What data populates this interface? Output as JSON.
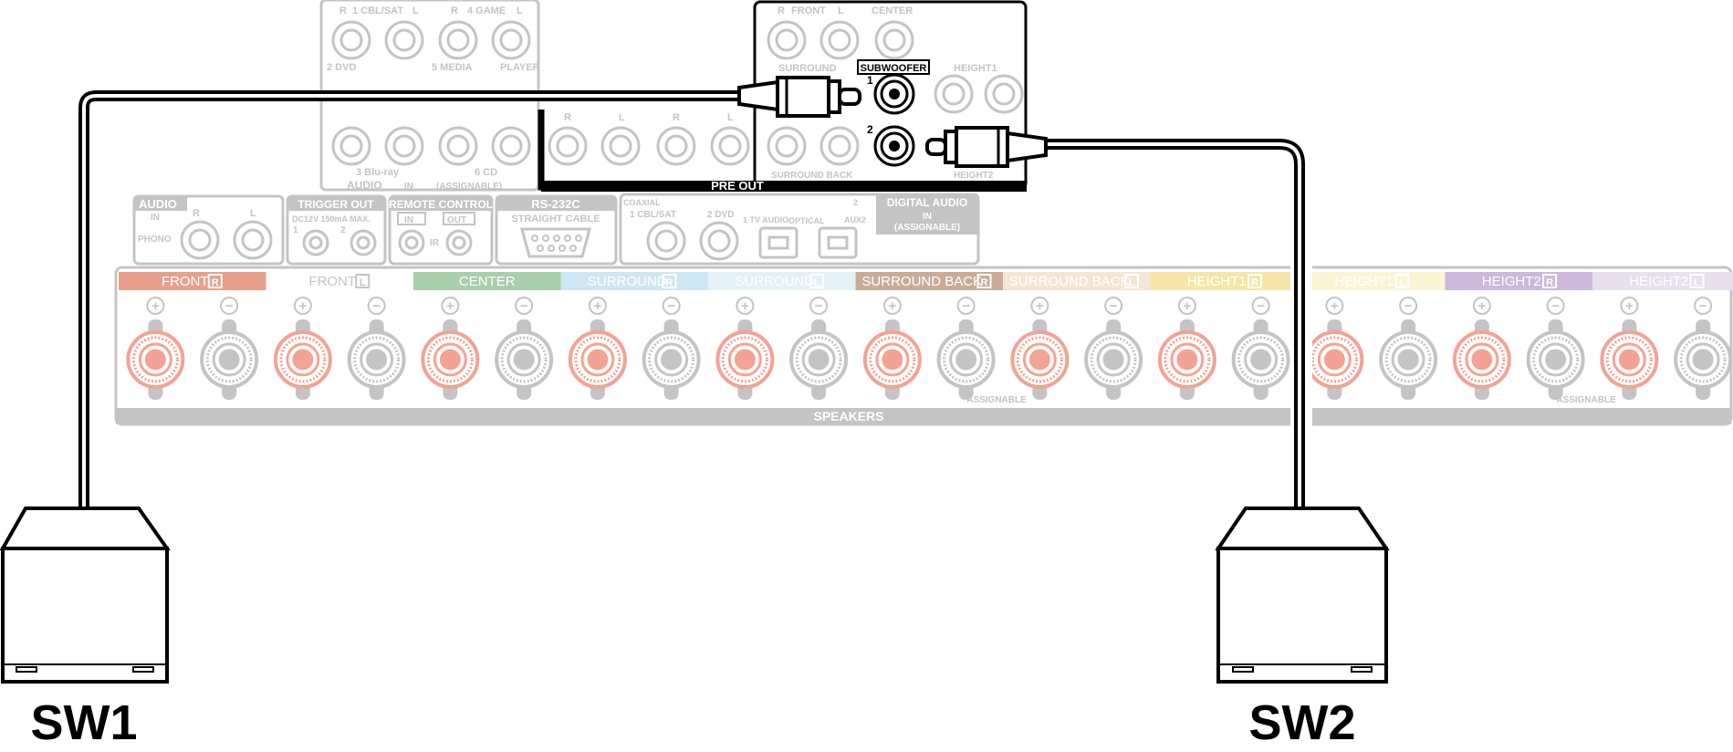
{
  "labels": {
    "sw1": "SW1",
    "sw2": "SW2",
    "pre_out": "PRE OUT",
    "subwoofer": "SUBWOOFER",
    "sub1": "1",
    "sub2": "2",
    "front": "FRONT",
    "center": "CENTER",
    "surround": "SURROUND",
    "height1": "HEIGHT1",
    "surround_back": "SURROUND BACK",
    "height2": "HEIGHT2",
    "audio_in": "AUDIO",
    "in": "IN",
    "assignable_paren": "(ASSIGNABLE)",
    "cbl_sat": "1 CBL/SAT",
    "game": "4 GAME",
    "dvd": "2 DVD",
    "media": "5 MEDIA",
    "player": "PLAYER",
    "bluray": "3 Blu-ray",
    "cd": "6 CD",
    "audio_phono_title": "AUDIO",
    "phono": "PHONO",
    "trigger_out": "TRIGGER OUT",
    "trigger_spec": "DC12V 150mA MAX.",
    "remote_control": "REMOTE CONTROL",
    "out": "OUT",
    "ir": "IR",
    "rs232c": "RS-232C",
    "straight_cable": "STRAIGHT CABLE",
    "coaxial": "COAXIAL",
    "coax_cbl": "1 CBL/SAT",
    "coax_dvd": "2 DVD",
    "tv_audio": "1 TV AUDIO",
    "optical": "OPTICAL",
    "aux2": "AUX2",
    "digital_audio": "DIGITAL AUDIO",
    "speakers": "SPEAKERS",
    "assignable": "ASSIGNABLE",
    "r": "R",
    "l": "L",
    "plus": "+",
    "minus": "−"
  },
  "speaker_bands": [
    {
      "label": "FRONT",
      "ch": "R",
      "color": "#e8a08c"
    },
    {
      "label": "FRONT",
      "ch": "L",
      "color": "#ffffff"
    },
    {
      "label": "CENTER",
      "ch": "",
      "color": "#a8ceac"
    },
    {
      "label": "SURROUND",
      "ch": "R",
      "color": "#cfe7f2"
    },
    {
      "label": "SURROUND",
      "ch": "L",
      "color": "#e4f2f7"
    },
    {
      "label": "SURROUND BACK",
      "ch": "R",
      "color": "#c8ac96"
    },
    {
      "label": "SURROUND BACK",
      "ch": "L",
      "color": "#f5e6d3"
    },
    {
      "label": "HEIGHT1",
      "ch": "R",
      "color": "#f6e6a8"
    },
    {
      "label": "HEIGHT1",
      "ch": "L",
      "color": "#fbf5d3"
    },
    {
      "label": "HEIGHT2",
      "ch": "R",
      "color": "#cdb8dc"
    },
    {
      "label": "HEIGHT2",
      "ch": "L",
      "color": "#e8e0ef"
    }
  ],
  "colors": {
    "cable": "#000000",
    "panel_line": "#c4c4c4",
    "terminal_red": "#f3a394"
  }
}
